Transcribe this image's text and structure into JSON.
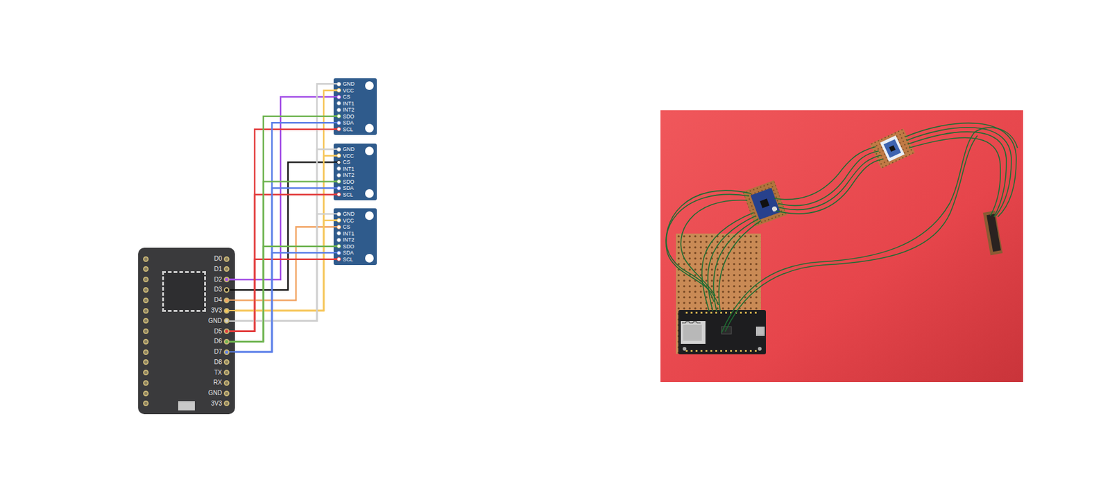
{
  "diagram": {
    "nodes": [
      {
        "text": [
          "D0",
          "D1",
          "D2",
          "D3",
          "D4",
          "3V3",
          "GND",
          "D5",
          "D6",
          "D7",
          "D8",
          "TX",
          "RX",
          "GND",
          "3V3"
        ]
      },
      {
        "text": [
          "GND",
          "VCC",
          "CS",
          "INT1",
          "INT2",
          "SDO",
          "SDA",
          "SCL"
        ]
      },
      {
        "text": [
          "GND",
          "VCC",
          "CS",
          "INT1",
          "INT2",
          "SDO",
          "SDA",
          "SCL"
        ]
      },
      {
        "text": [
          "GND",
          "VCC",
          "CS",
          "INT1",
          "INT2",
          "SDO",
          "SDA",
          "SCL"
        ]
      }
    ],
    "edges": [
      {
        "from": 0,
        "to": 1,
        "arrow": "none"
      },
      {
        "from": 0,
        "to": 1,
        "arrow": "none"
      },
      {
        "from": 0,
        "to": 1,
        "arrow": "none"
      },
      {
        "from": 0,
        "to": 1,
        "arrow": "none"
      },
      {
        "from": 0,
        "to": 1,
        "arrow": "none"
      },
      {
        "from": 0,
        "to": 1,
        "arrow": "none"
      },
      {
        "from": 0,
        "to": 2,
        "arrow": "none"
      },
      {
        "from": 0,
        "to": 2,
        "arrow": "none"
      },
      {
        "from": 0,
        "to": 2,
        "arrow": "none"
      },
      {
        "from": 0,
        "to": 2,
        "arrow": "none"
      },
      {
        "from": 0,
        "to": 2,
        "arrow": "none"
      },
      {
        "from": 0,
        "to": 2,
        "arrow": "none"
      },
      {
        "from": 0,
        "to": 3,
        "arrow": "none"
      },
      {
        "from": 0,
        "to": 3,
        "arrow": "none"
      },
      {
        "from": 0,
        "to": 3,
        "arrow": "none"
      },
      {
        "from": 0,
        "to": 3,
        "arrow": "none"
      },
      {
        "from": 0,
        "to": 3,
        "arrow": "none"
      },
      {
        "from": 0,
        "to": 3,
        "arrow": "none"
      }
    ]
  }
}
